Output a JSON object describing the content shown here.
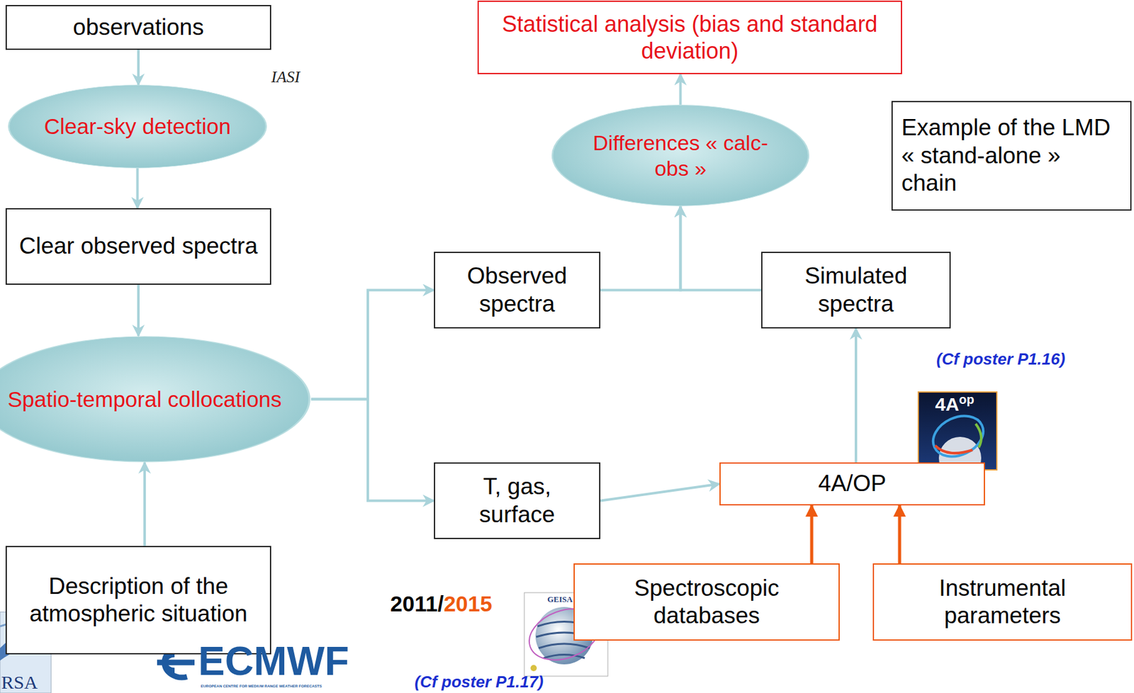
{
  "diagram": {
    "nodes": [
      {
        "text": [
          "observations"
        ]
      },
      {
        "text": [
          "Clear-sky detection"
        ]
      },
      {
        "text": [
          "Clear observed spectra"
        ]
      },
      {
        "text": [
          "Spatio-temporal collocations"
        ]
      },
      {
        "text": [
          "Description of the atmospheric situation"
        ]
      },
      {
        "text": [
          "Observed spectra"
        ]
      },
      {
        "text": [
          "T, gas, surface"
        ]
      },
      {
        "text": [
          "Differences « calc-obs »"
        ]
      },
      {
        "text": [
          "Statistical analysis (bias and standard deviation)"
        ]
      },
      {
        "text": [
          "Example of the LMD « stand-alone » chain"
        ]
      },
      {
        "text": [
          "Simulated spectra"
        ]
      },
      {
        "text": [
          "4A/OP"
        ]
      },
      {
        "text": [
          "Spectroscopic databases"
        ]
      },
      {
        "text": [
          "Instrumental parameters"
        ]
      }
    ],
    "edges": [
      {
        "from": 0,
        "to": 1,
        "arrow": "to"
      },
      {
        "from": 1,
        "to": 2,
        "arrow": "to"
      },
      {
        "from": 2,
        "to": 3,
        "arrow": "to"
      },
      {
        "from": 4,
        "to": 3,
        "arrow": "to"
      },
      {
        "from": 3,
        "to": 5,
        "arrow": "to"
      },
      {
        "from": 3,
        "to": 6,
        "arrow": "to"
      },
      {
        "from": 5,
        "to": 7,
        "arrow": "to"
      },
      {
        "from": 10,
        "to": 7,
        "arrow": "to"
      },
      {
        "from": 7,
        "to": 8,
        "arrow": "to"
      },
      {
        "from": 6,
        "to": 11,
        "arrow": "to"
      },
      {
        "from": 11,
        "to": 10,
        "arrow": "to"
      },
      {
        "from": 12,
        "to": 11,
        "arrow": "to"
      },
      {
        "from": 13,
        "to": 11,
        "arrow": "to"
      }
    ],
    "labels": [
      "IASI",
      "(Cf poster P1.16)",
      "2011/",
      "2015",
      "(Cf poster P1.17)",
      "ECMWF",
      "EUROPEAN CENTRE FOR MEDIUM RANGE WEATHER FORECASTS",
      "4A",
      "op",
      "GEISA",
      "RSA"
    ]
  }
}
